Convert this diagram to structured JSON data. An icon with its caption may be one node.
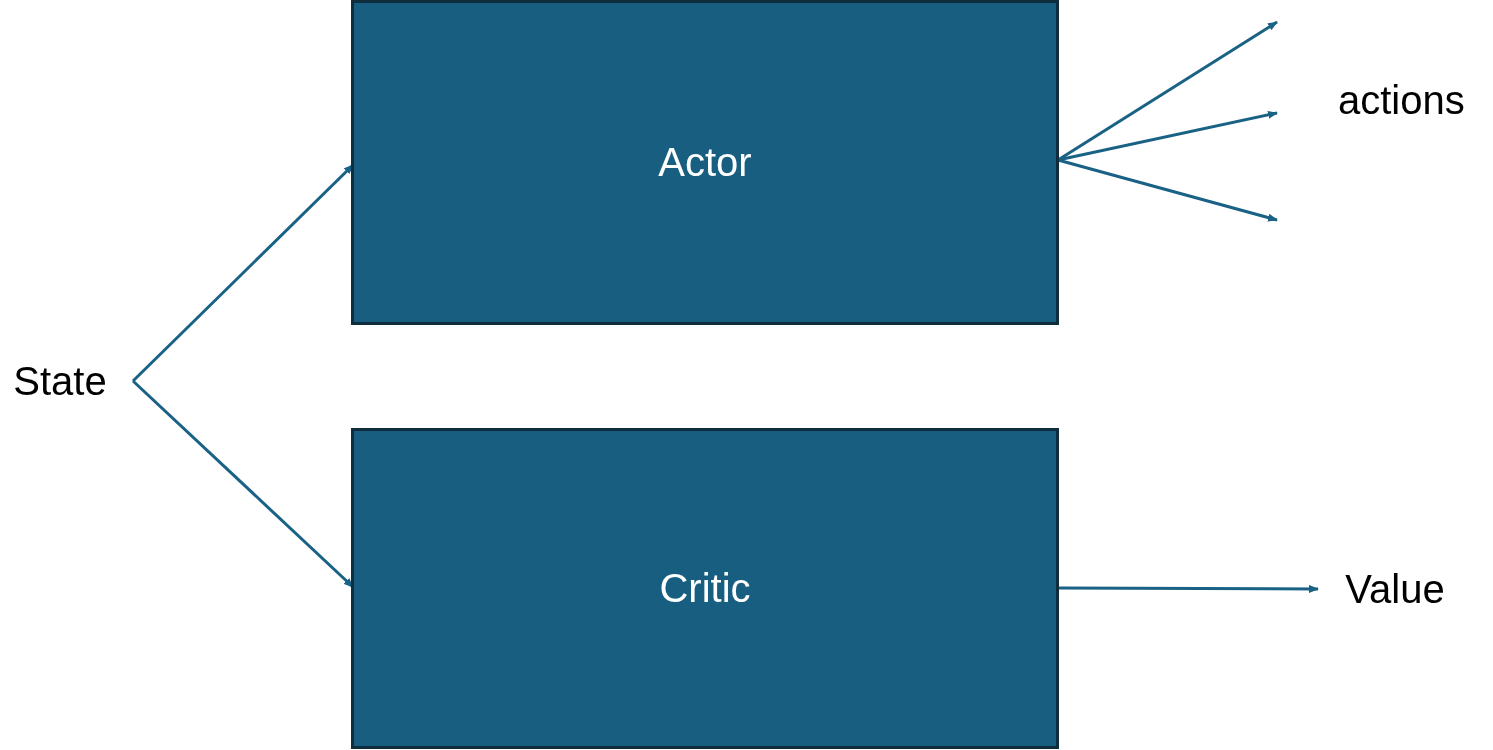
{
  "diagram": {
    "nodes": [
      {
        "text": [
          "State"
        ]
      },
      {
        "text": [
          "Actor"
        ]
      },
      {
        "text": [
          "Critic"
        ]
      },
      {
        "text": [
          "Value"
        ]
      }
    ],
    "edges": [
      {
        "from": 0,
        "to": 1,
        "arrow": "to"
      },
      {
        "from": 0,
        "to": 2,
        "arrow": "to"
      },
      {
        "from": 1,
        "to": null,
        "arrow": "to"
      },
      {
        "from": 1,
        "to": null,
        "arrow": "to"
      },
      {
        "from": 1,
        "to": null,
        "arrow": "to"
      },
      {
        "from": 2,
        "to": 3,
        "arrow": "to"
      }
    ],
    "labels": [
      "actions"
    ]
  }
}
